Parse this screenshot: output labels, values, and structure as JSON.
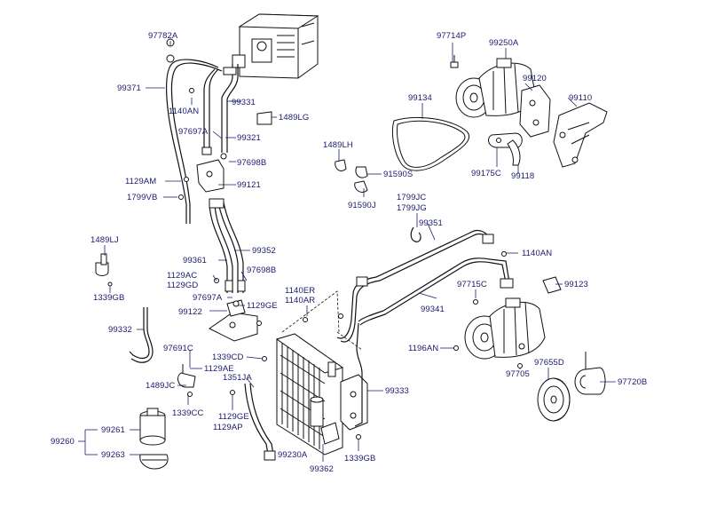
{
  "diagram": {
    "labels": {
      "97782A": "97782A",
      "99371": "99371",
      "1140AN_a": "1140AN",
      "99331": "99331",
      "1489LG": "1489LG",
      "97697A_a": "97697A",
      "99321": "99321",
      "97698B_a": "97698B",
      "1129AM": "1129AM",
      "99121": "99121",
      "1799VB": "1799VB",
      "97714P": "97714P",
      "99250A": "99250A",
      "99120": "99120",
      "99110": "99110",
      "99134": "99134",
      "1489LH": "1489LH",
      "91590S": "91590S",
      "91590J": "91590J",
      "99175C": "99175C",
      "99118": "99118",
      "1799JC": "1799JC",
      "1799JG": "1799JG",
      "99351": "99351",
      "1140AN_b": "1140AN",
      "99123": "99123",
      "1489LJ": "1489LJ",
      "1339GB_a": "1339GB",
      "99352": "99352",
      "99361": "99361",
      "97698B_b": "97698B",
      "1129AC": "1129AC",
      "1129GD": "1129GD",
      "97697A_b": "97697A",
      "99122": "99122",
      "1129GE_a": "1129GE",
      "1140ER": "1140ER",
      "1140AR": "1140AR",
      "97715C": "97715C",
      "99341": "99341",
      "99332": "99332",
      "1196AN": "1196AN",
      "97691C": "97691C",
      "1339CD": "1339CD",
      "1129AE": "1129AE",
      "1489JC": "1489JC",
      "1351JA": "1351JA",
      "99333": "99333",
      "97705": "97705",
      "97655D": "97655D",
      "97720B": "97720B",
      "1339CC": "1339CC",
      "1129GE_b": "1129GE",
      "1129AP": "1129AP",
      "99260": "99260",
      "99261": "99261",
      "99263": "99263",
      "99230A": "99230A",
      "1339GB_b": "1339GB",
      "99362": "99362"
    }
  }
}
